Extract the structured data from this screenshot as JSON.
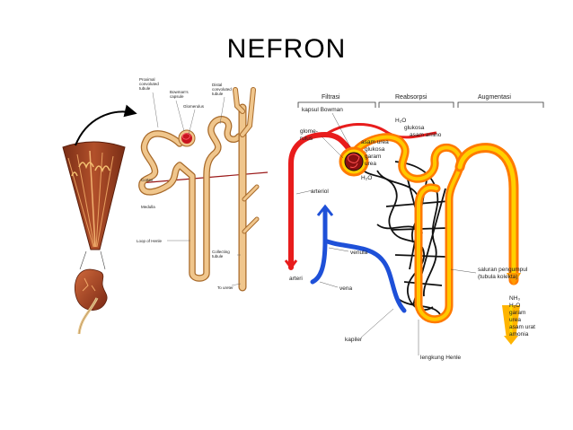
{
  "title": "NEFRON",
  "left_diagram": {
    "labels": {
      "proximal": [
        "Proximal",
        "convoluted",
        "tubule"
      ],
      "bowman": [
        "Bowman's",
        "capsule"
      ],
      "glomerulus": "Glomerulus",
      "distal": [
        "Distal",
        "convoluted",
        "tubule"
      ],
      "cortex": "Cortex",
      "medulla": "Medulla",
      "loop": "Loop of Henle",
      "collecting": [
        "Collecting",
        "tubule"
      ],
      "ureter": "To ureter"
    }
  },
  "right_diagram": {
    "headers": [
      "Filtrasi",
      "Reabsorpsi",
      "Augmentasi"
    ],
    "labels": {
      "kapsul": "kapsul Bowman",
      "glomerulus": [
        "glome-",
        "rulus"
      ],
      "arteriol": "arteriol",
      "arteri": "arteri",
      "venula": "venula",
      "vena": "vena",
      "kapiler": "kapiler",
      "henle": "lengkung Henle",
      "saluran": [
        "saluran pengumpul",
        "(tubula kolekta)"
      ],
      "reabsorb": [
        "H₂O",
        "glukosa",
        "asam amino"
      ],
      "filtrate": [
        "asam urea",
        "glukosa",
        "garam",
        "urea",
        "H₂O"
      ],
      "urine": [
        "NH₃",
        "H₂O",
        "garam",
        "urea",
        "asam urat",
        "amonia"
      ]
    }
  }
}
